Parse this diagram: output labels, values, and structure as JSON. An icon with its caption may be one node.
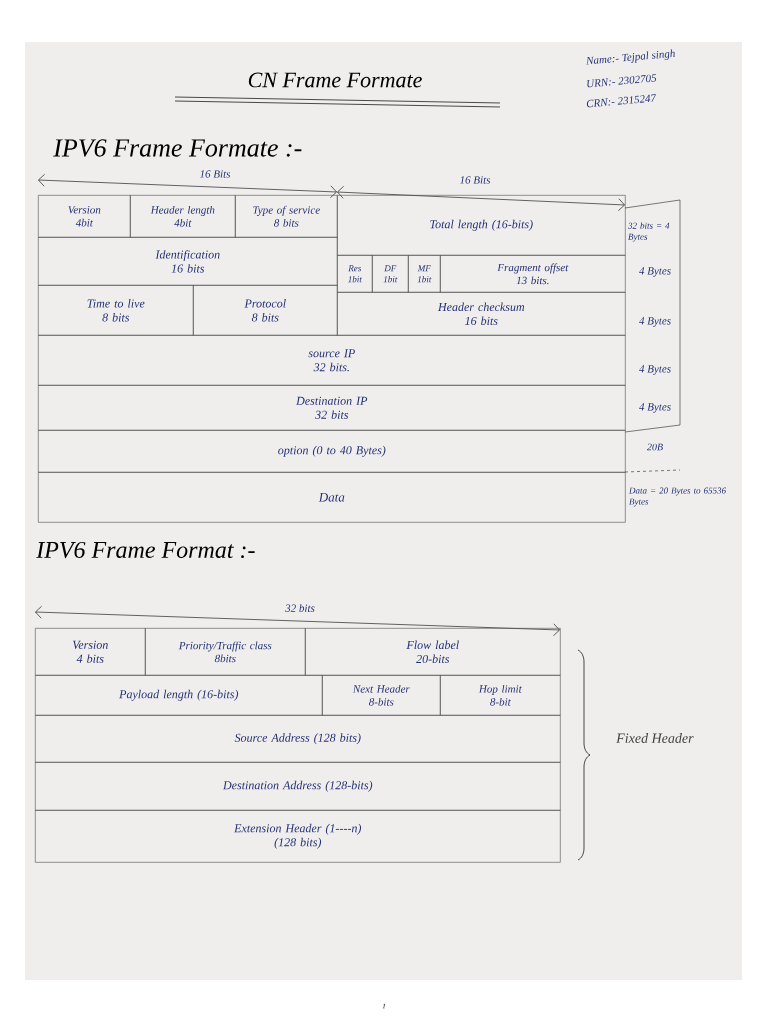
{
  "diagram": {
    "title": "CN Frame Formate",
    "nodes": [
      {
        "text": [
          "Version",
          "4bit"
        ]
      },
      {
        "text": [
          "Header length",
          "4bit"
        ]
      },
      {
        "text": [
          "Type of service",
          "8 bits"
        ]
      },
      {
        "text": [
          "Total length (16-bits)"
        ]
      },
      {
        "text": [
          "Identification",
          "16 bits"
        ]
      },
      {
        "text": [
          "Res",
          "1bit"
        ]
      },
      {
        "text": [
          "DF",
          "1bit"
        ]
      },
      {
        "text": [
          "MF",
          "1bit"
        ]
      },
      {
        "text": [
          "Fragment offset",
          "13 bits."
        ]
      },
      {
        "text": [
          "Time to live",
          "8 bits"
        ]
      },
      {
        "text": [
          "Protocol",
          "8 bits"
        ]
      },
      {
        "text": [
          "Header checksum",
          "16 bits"
        ]
      },
      {
        "text": [
          "source IP",
          "32 bits."
        ]
      },
      {
        "text": [
          "Destination IP",
          "32 bits"
        ]
      },
      {
        "text": [
          "option (0 to 40 Bytes)"
        ]
      },
      {
        "text": [
          "Data"
        ]
      },
      {
        "text": [
          "Version",
          "4 bits"
        ]
      },
      {
        "text": [
          "Priority/Traffic class",
          "8bits"
        ]
      },
      {
        "text": [
          "Flow label",
          "20-bits"
        ]
      },
      {
        "text": [
          "Payload length (16-bits)"
        ]
      },
      {
        "text": [
          "Next Header",
          "8-bits"
        ]
      },
      {
        "text": [
          "Hop limit",
          "8-bit"
        ]
      },
      {
        "text": [
          "Source Address (128 bits)"
        ]
      },
      {
        "text": [
          "Destination Address (128-bits)"
        ]
      },
      {
        "text": [
          "Extension Header (1----n)",
          "(128 bits)"
        ]
      }
    ],
    "labels": [
      "Name:- Tejpal singh",
      "URN:- 2302705",
      "CRN:- 2315247",
      "IPV6 Frame Formate :-",
      "16 Bits",
      "16 Bits",
      "32 bits = 4 Bytes",
      "4 Bytes",
      "4 Bytes",
      "4 Bytes",
      "4 Bytes",
      "20B",
      "Data = 20 Bytes to 65536 Bytes",
      "IPV6 Frame Format :-",
      "32 bits",
      "Fixed Header",
      "1"
    ]
  }
}
